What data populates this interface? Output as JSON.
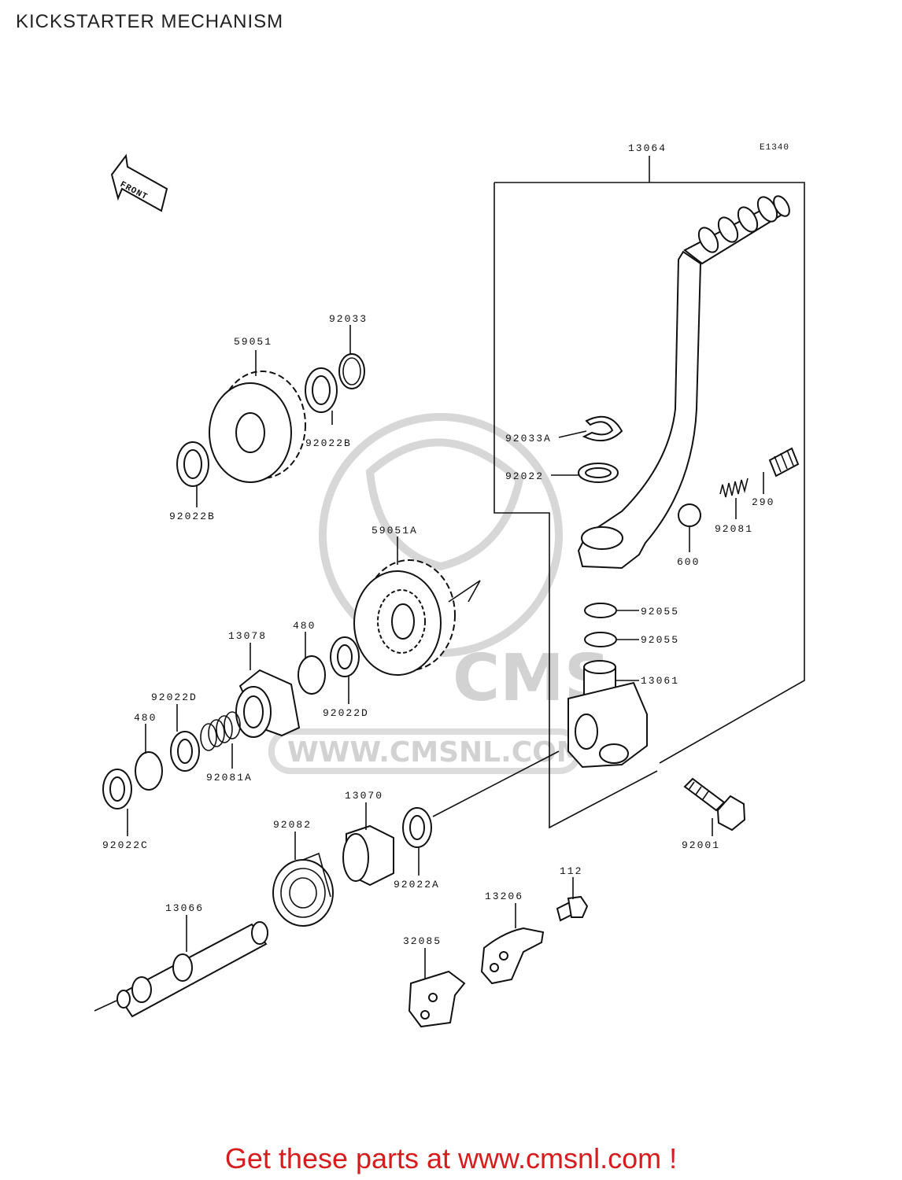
{
  "title": "KICKSTARTER MECHANISM",
  "diagram_code": "E1340",
  "front_label": "FRONT",
  "watermark": {
    "logo": "CMS",
    "site": "WWW.CMSNL.COM"
  },
  "parts": {
    "p13064": "13064",
    "p92033": "92033",
    "p59051": "59051",
    "p92022B_top": "92022B",
    "p92022B_left": "92022B",
    "p92033A": "92033A",
    "p92022": "92022",
    "p290": "290",
    "p92081": "92081",
    "p600": "600",
    "p59051A": "59051A",
    "p92055_a": "92055",
    "p92055_b": "92055",
    "p13061": "13061",
    "p13078": "13078",
    "p480_a": "480",
    "p92022D_a": "92022D",
    "p92022D_b": "92022D",
    "p480_b": "480",
    "p92081A": "92081A",
    "p92022C": "92022C",
    "p13070": "13070",
    "p92082": "92082",
    "p92022A": "92022A",
    "p92001": "92001",
    "p112": "112",
    "p13206": "13206",
    "p13066": "13066",
    "p32085": "32085"
  },
  "footer": "Get these parts at www.cmsnl.com !"
}
